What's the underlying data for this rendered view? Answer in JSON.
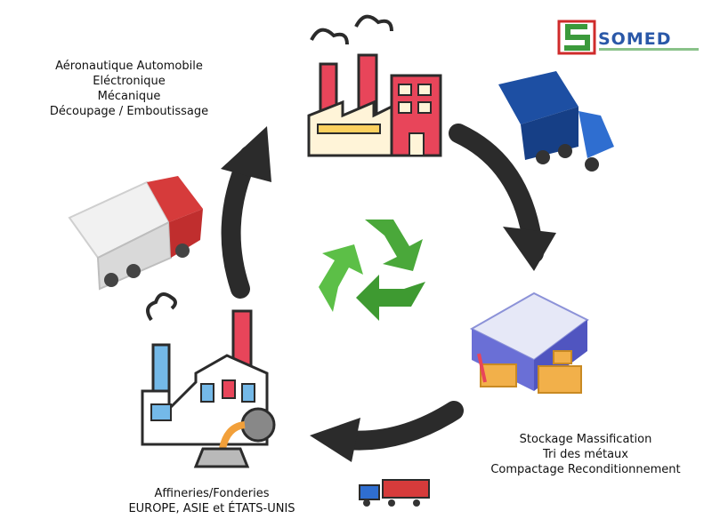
{
  "logo": {
    "name": "SOMED"
  },
  "captions": {
    "top": [
      "Aéronautique Automobile",
      "Eléctronique",
      "Mécanique",
      "Découpage / Emboutissage"
    ],
    "right": [
      "Stockage Massification",
      "Tri des métaux",
      "Compactage Reconditionnement"
    ],
    "bottom": [
      "Affineries/Fonderies",
      "EUROPE, ASIE et ÉTATS-UNIS"
    ]
  },
  "icons": {
    "center": "recycle-icon",
    "top": "factory-icon",
    "top_right": "truck-icon",
    "right": "warehouse-icon",
    "bottom": "foundry-icon",
    "bottom_small": "container-truck-icon",
    "left": "truck-icon"
  },
  "colors": {
    "arrow": "#2b2b2b",
    "recycle_green": "#4aa83a",
    "factory_red": "#e8455a",
    "truck_blue": "#1d4fa3",
    "truck_red": "#d63b3b",
    "warehouse_purple": "#6a6fd6",
    "pallet_yellow": "#f2b04a",
    "foundry_blue": "#74b9e8"
  }
}
